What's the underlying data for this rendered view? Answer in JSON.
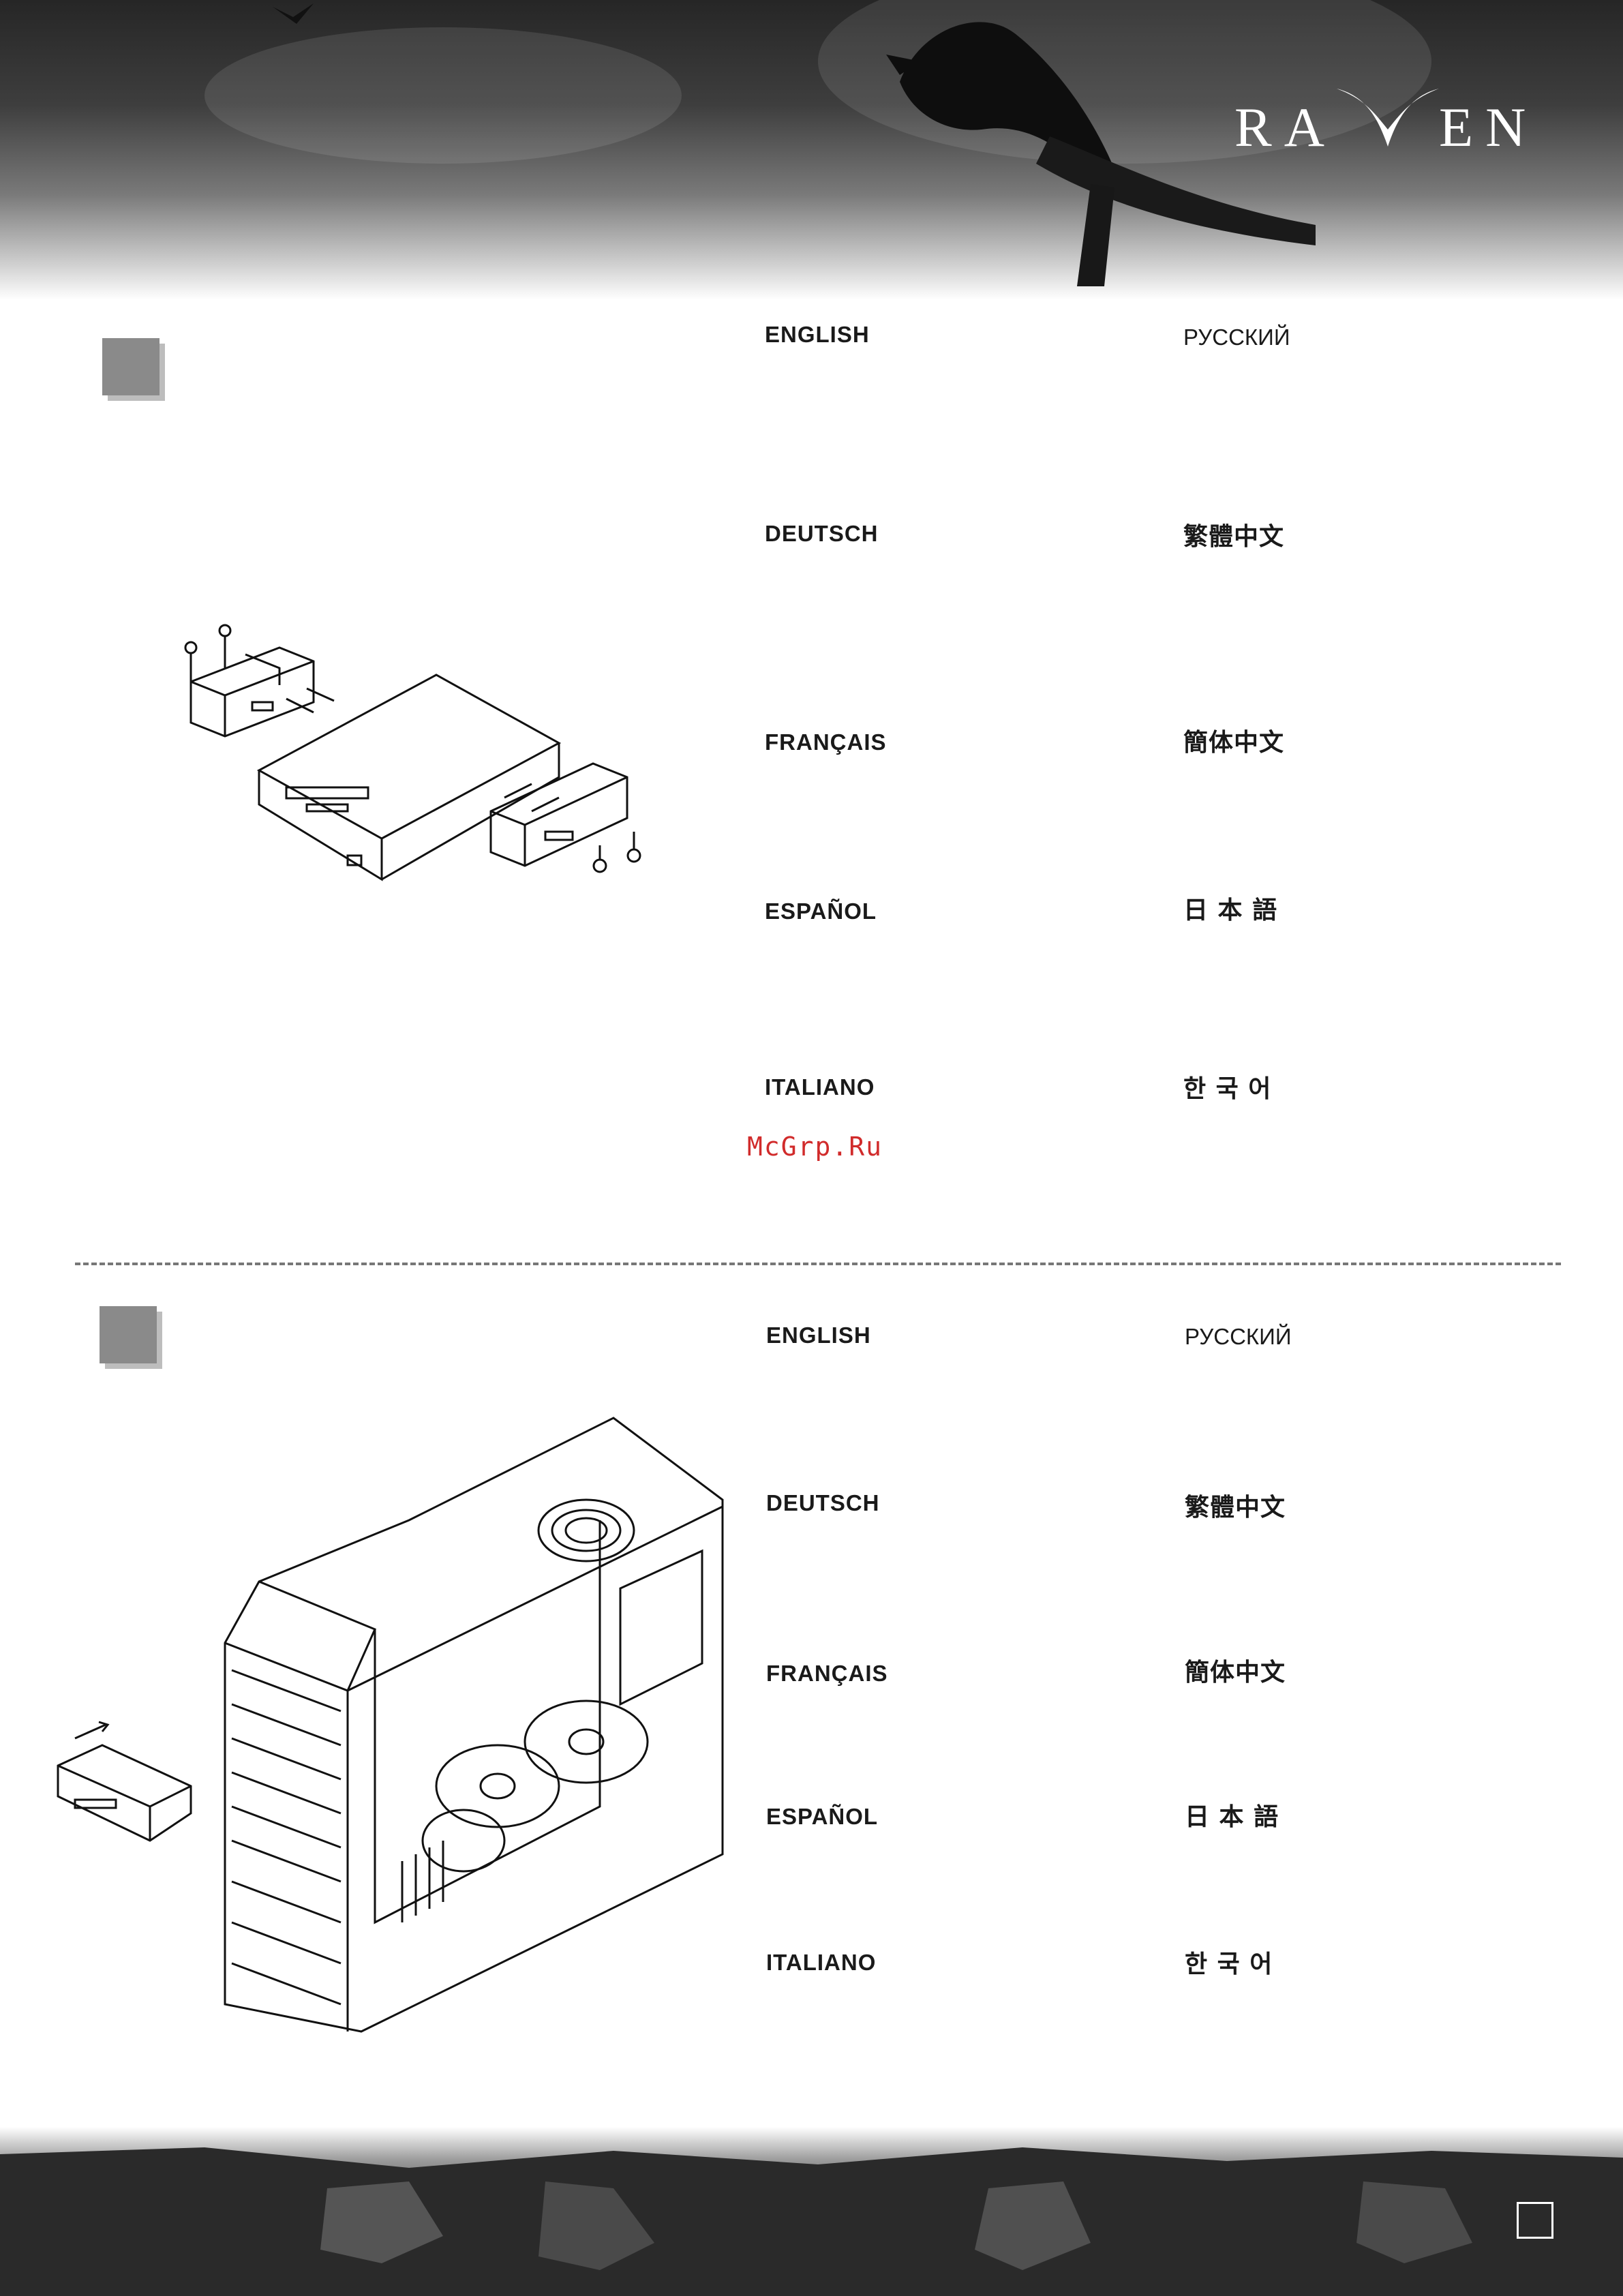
{
  "brand": {
    "logo_text_left": "RA",
    "logo_text_right": "EN"
  },
  "section1": {
    "languages": {
      "left": [
        "ENGLISH",
        "DEUTSCH",
        "FRANÇAIS",
        "ESPAÑOL",
        "ITALIANO"
      ],
      "right": [
        "РУССКИЙ",
        "繁體中文",
        "簡体中文",
        "日 本 語",
        "한 국 어"
      ]
    }
  },
  "section2": {
    "languages": {
      "left": [
        "ENGLISH",
        "DEUTSCH",
        "FRANÇAIS",
        "ESPAÑOL",
        "ITALIANO"
      ],
      "right": [
        "РУССКИЙ",
        "繁體中文",
        "簡体中文",
        "日 本 語",
        "한 국 어"
      ]
    }
  },
  "watermark": "McGrp.Ru"
}
